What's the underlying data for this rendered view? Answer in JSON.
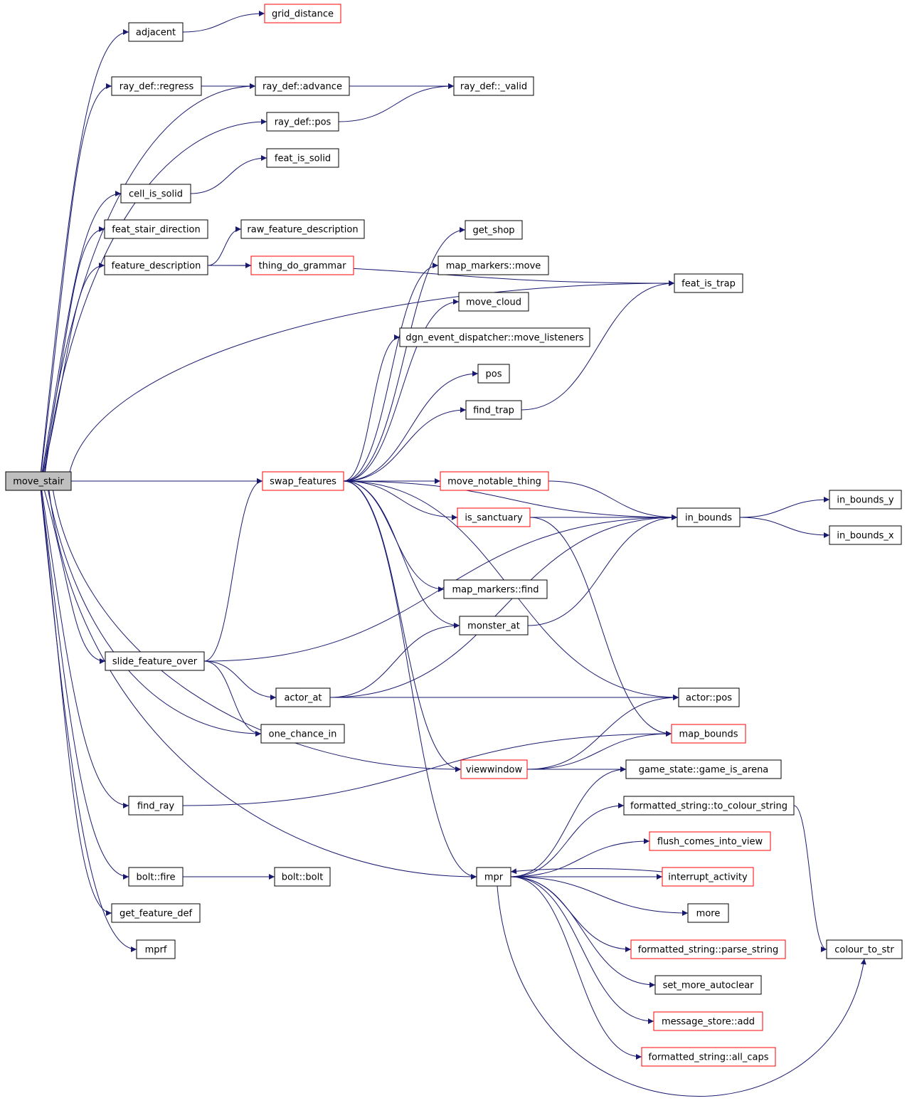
{
  "colors": {
    "edge": "#191970",
    "node_border_default": "#000000",
    "node_border_truncated": "#ff0000",
    "root_fill": "#bfbfbf",
    "node_fill": "#ffffff"
  },
  "nodes": [
    {
      "id": "move_stair",
      "label": "move_stair",
      "kind": "root"
    },
    {
      "id": "adjacent",
      "label": "adjacent",
      "kind": "normal"
    },
    {
      "id": "grid_distance",
      "label": "grid_distance",
      "kind": "truncated"
    },
    {
      "id": "ray_def_regress",
      "label": "ray_def::regress",
      "kind": "normal"
    },
    {
      "id": "ray_def_advance",
      "label": "ray_def::advance",
      "kind": "normal"
    },
    {
      "id": "ray_def_valid",
      "label": "ray_def::_valid",
      "kind": "normal"
    },
    {
      "id": "ray_def_pos",
      "label": "ray_def::pos",
      "kind": "normal"
    },
    {
      "id": "feat_is_solid",
      "label": "feat_is_solid",
      "kind": "normal"
    },
    {
      "id": "cell_is_solid",
      "label": "cell_is_solid",
      "kind": "normal"
    },
    {
      "id": "feat_stair_direction",
      "label": "feat_stair_direction",
      "kind": "normal"
    },
    {
      "id": "raw_feature_description",
      "label": "raw_feature_description",
      "kind": "normal"
    },
    {
      "id": "feature_description",
      "label": "feature_description",
      "kind": "normal"
    },
    {
      "id": "thing_do_grammar",
      "label": "thing_do_grammar",
      "kind": "truncated"
    },
    {
      "id": "get_shop",
      "label": "get_shop",
      "kind": "normal"
    },
    {
      "id": "map_markers_move",
      "label": "map_markers::move",
      "kind": "normal"
    },
    {
      "id": "move_cloud",
      "label": "move_cloud",
      "kind": "normal"
    },
    {
      "id": "dgn_event_dispatcher_move_listeners",
      "label": "dgn_event_dispatcher::move_listeners",
      "kind": "normal"
    },
    {
      "id": "pos",
      "label": "pos",
      "kind": "normal"
    },
    {
      "id": "find_trap",
      "label": "find_trap",
      "kind": "normal"
    },
    {
      "id": "feat_is_trap",
      "label": "feat_is_trap",
      "kind": "normal"
    },
    {
      "id": "swap_features",
      "label": "swap_features",
      "kind": "truncated"
    },
    {
      "id": "move_notable_thing",
      "label": "move_notable_thing",
      "kind": "truncated"
    },
    {
      "id": "is_sanctuary",
      "label": "is_sanctuary",
      "kind": "truncated"
    },
    {
      "id": "in_bounds",
      "label": "in_bounds",
      "kind": "normal"
    },
    {
      "id": "in_bounds_y",
      "label": "in_bounds_y",
      "kind": "normal"
    },
    {
      "id": "in_bounds_x",
      "label": "in_bounds_x",
      "kind": "normal"
    },
    {
      "id": "map_markers_find",
      "label": "map_markers::find",
      "kind": "normal"
    },
    {
      "id": "monster_at",
      "label": "monster_at",
      "kind": "normal"
    },
    {
      "id": "slide_feature_over",
      "label": "slide_feature_over",
      "kind": "normal"
    },
    {
      "id": "actor_at",
      "label": "actor_at",
      "kind": "normal"
    },
    {
      "id": "actor_pos",
      "label": "actor::pos",
      "kind": "normal"
    },
    {
      "id": "one_chance_in",
      "label": "one_chance_in",
      "kind": "normal"
    },
    {
      "id": "map_bounds",
      "label": "map_bounds",
      "kind": "truncated"
    },
    {
      "id": "viewwindow",
      "label": "viewwindow",
      "kind": "truncated"
    },
    {
      "id": "game_is_arena",
      "label": "game_state::game_is_arena",
      "kind": "normal"
    },
    {
      "id": "find_ray",
      "label": "find_ray",
      "kind": "normal"
    },
    {
      "id": "to_colour_string",
      "label": "formatted_string::to_colour_string",
      "kind": "normal"
    },
    {
      "id": "flush_comes_into_view",
      "label": "flush_comes_into_view",
      "kind": "truncated"
    },
    {
      "id": "bolt_fire",
      "label": "bolt::fire",
      "kind": "normal"
    },
    {
      "id": "bolt_bolt",
      "label": "bolt::bolt",
      "kind": "normal"
    },
    {
      "id": "mpr",
      "label": "mpr",
      "kind": "normal"
    },
    {
      "id": "interrupt_activity",
      "label": "interrupt_activity",
      "kind": "truncated"
    },
    {
      "id": "get_feature_def",
      "label": "get_feature_def",
      "kind": "normal"
    },
    {
      "id": "more",
      "label": "more",
      "kind": "normal"
    },
    {
      "id": "mprf",
      "label": "mprf",
      "kind": "normal"
    },
    {
      "id": "parse_string",
      "label": "formatted_string::parse_string",
      "kind": "truncated"
    },
    {
      "id": "colour_to_str",
      "label": "colour_to_str",
      "kind": "normal"
    },
    {
      "id": "set_more_autoclear",
      "label": "set_more_autoclear",
      "kind": "normal"
    },
    {
      "id": "message_store_add",
      "label": "message_store::add",
      "kind": "truncated"
    },
    {
      "id": "all_caps",
      "label": "formatted_string::all_caps",
      "kind": "truncated"
    }
  ],
  "edges": [
    [
      "move_stair",
      "adjacent"
    ],
    [
      "move_stair",
      "ray_def_regress"
    ],
    [
      "move_stair",
      "ray_def_advance"
    ],
    [
      "move_stair",
      "ray_def_pos"
    ],
    [
      "move_stair",
      "cell_is_solid"
    ],
    [
      "move_stair",
      "feat_stair_direction"
    ],
    [
      "move_stair",
      "feature_description"
    ],
    [
      "move_stair",
      "feat_is_trap"
    ],
    [
      "move_stair",
      "swap_features"
    ],
    [
      "move_stair",
      "slide_feature_over"
    ],
    [
      "move_stair",
      "one_chance_in"
    ],
    [
      "move_stair",
      "viewwindow"
    ],
    [
      "move_stair",
      "find_ray"
    ],
    [
      "move_stair",
      "mpr"
    ],
    [
      "move_stair",
      "bolt_fire"
    ],
    [
      "move_stair",
      "get_feature_def"
    ],
    [
      "move_stair",
      "mprf"
    ],
    [
      "adjacent",
      "grid_distance"
    ],
    [
      "ray_def_regress",
      "ray_def_advance"
    ],
    [
      "ray_def_regress",
      "ray_def_valid"
    ],
    [
      "ray_def_advance",
      "ray_def_valid"
    ],
    [
      "ray_def_pos",
      "ray_def_valid"
    ],
    [
      "cell_is_solid",
      "feat_is_solid"
    ],
    [
      "feature_description",
      "raw_feature_description"
    ],
    [
      "feature_description",
      "thing_do_grammar"
    ],
    [
      "feature_description",
      "feat_is_trap"
    ],
    [
      "swap_features",
      "get_shop"
    ],
    [
      "swap_features",
      "map_markers_move"
    ],
    [
      "swap_features",
      "move_cloud"
    ],
    [
      "swap_features",
      "dgn_event_dispatcher_move_listeners"
    ],
    [
      "swap_features",
      "pos"
    ],
    [
      "swap_features",
      "find_trap"
    ],
    [
      "swap_features",
      "in_bounds"
    ],
    [
      "swap_features",
      "move_notable_thing"
    ],
    [
      "swap_features",
      "is_sanctuary"
    ],
    [
      "swap_features",
      "map_markers_find"
    ],
    [
      "swap_features",
      "monster_at"
    ],
    [
      "swap_features",
      "actor_pos"
    ],
    [
      "swap_features",
      "viewwindow"
    ],
    [
      "swap_features",
      "mpr"
    ],
    [
      "find_trap",
      "feat_is_trap"
    ],
    [
      "move_notable_thing",
      "in_bounds"
    ],
    [
      "is_sanctuary",
      "in_bounds"
    ],
    [
      "is_sanctuary",
      "map_bounds"
    ],
    [
      "in_bounds",
      "in_bounds_y"
    ],
    [
      "in_bounds",
      "in_bounds_x"
    ],
    [
      "monster_at",
      "in_bounds"
    ],
    [
      "slide_feature_over",
      "swap_features"
    ],
    [
      "slide_feature_over",
      "in_bounds"
    ],
    [
      "slide_feature_over",
      "actor_at"
    ],
    [
      "slide_feature_over",
      "one_chance_in"
    ],
    [
      "actor_at",
      "monster_at"
    ],
    [
      "actor_at",
      "actor_pos"
    ],
    [
      "actor_at",
      "in_bounds"
    ],
    [
      "viewwindow",
      "actor_pos"
    ],
    [
      "viewwindow",
      "map_bounds"
    ],
    [
      "viewwindow",
      "game_is_arena"
    ],
    [
      "find_ray",
      "map_bounds"
    ],
    [
      "bolt_fire",
      "bolt_bolt"
    ],
    [
      "mpr",
      "game_is_arena"
    ],
    [
      "mpr",
      "to_colour_string"
    ],
    [
      "mpr",
      "flush_comes_into_view"
    ],
    [
      "mpr",
      "interrupt_activity"
    ],
    [
      "mpr",
      "more"
    ],
    [
      "mpr",
      "parse_string"
    ],
    [
      "mpr",
      "set_more_autoclear"
    ],
    [
      "mpr",
      "message_store_add"
    ],
    [
      "mpr",
      "all_caps"
    ],
    [
      "mpr",
      "colour_to_str"
    ],
    [
      "interrupt_activity",
      "mpr"
    ],
    [
      "to_colour_string",
      "colour_to_str"
    ]
  ]
}
